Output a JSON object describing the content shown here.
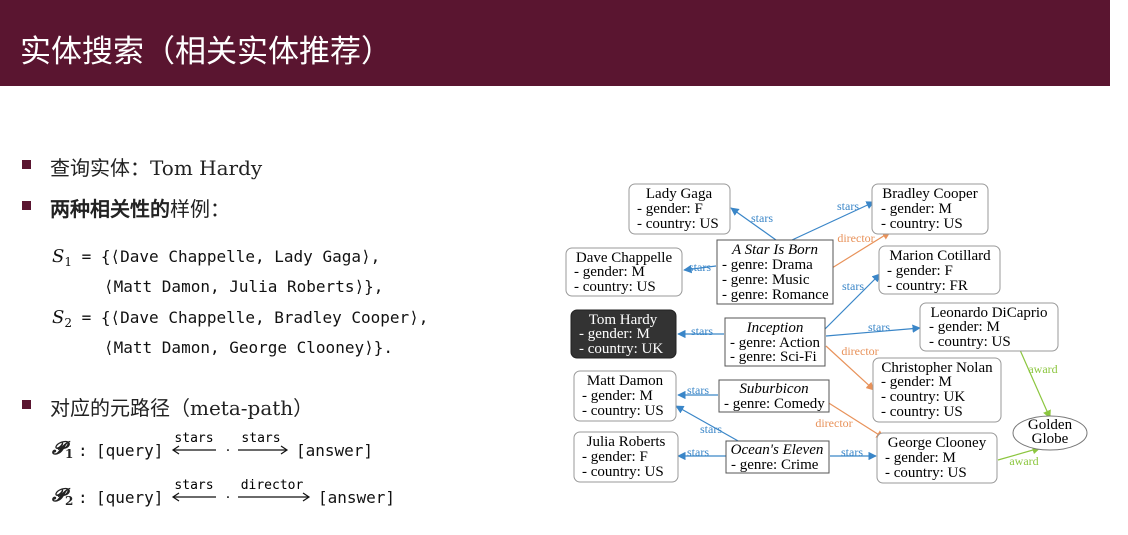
{
  "title": "实体搜索（相关实体推荐）",
  "bullets": {
    "query_prefix": "查询实体：",
    "query_entity": "Tom Hardy",
    "examples_bold": "两种相关性的",
    "examples_rest": "样例：",
    "metapath_prefix": "对应的元路径（",
    "metapath_term": "meta-path",
    "metapath_suffix": "）"
  },
  "sets": {
    "s1_symbol": "S",
    "s1_sub": "1",
    "s1_line1": " = {⟨Dave Chappelle, Lady Gaga⟩,",
    "s1_line2": "⟨Matt Damon, Julia Roberts⟩},",
    "s2_symbol": "S",
    "s2_sub": "2",
    "s2_line1": " = {⟨Dave Chappelle, Bradley Cooper⟩,",
    "s2_line2": "⟨Matt Damon, George Clooney⟩}."
  },
  "paths": {
    "p1_symbol": "𝓟",
    "p1_sub": "1",
    "p2_symbol": "𝓟",
    "p2_sub": "2",
    "colon": " : ",
    "query": "[query]",
    "answer": "[answer]",
    "dot": "·",
    "p1_rel1": "stars",
    "p1_rel2": "stars",
    "p2_rel1": "stars",
    "p2_rel2": "director"
  },
  "graph": {
    "colors": {
      "stars": "#3a86c8",
      "director": "#e8925a",
      "award": "#8cc63f"
    },
    "nodes": {
      "lady_gaga": [
        "Lady Gaga",
        "- gender: F",
        "- country: US"
      ],
      "bradley_cooper": [
        "Bradley Cooper",
        "- gender: M",
        "- country: US"
      ],
      "dave_chappelle": [
        "Dave Chappelle",
        "- gender: M",
        "- country: US"
      ],
      "a_star_is_born": [
        "A Star Is Born",
        "- genre: Drama",
        "- genre: Music",
        "- genre: Romance"
      ],
      "marion_cotillard": [
        "Marion Cotillard",
        "- gender: F",
        "- country: FR"
      ],
      "tom_hardy": [
        "Tom Hardy",
        "- gender: M",
        "- country: UK"
      ],
      "inception": [
        "Inception",
        "- genre: Action",
        "- genre: Sci-Fi"
      ],
      "leonardo_dicaprio": [
        "Leonardo DiCaprio",
        "- gender: M",
        "- country: US"
      ],
      "christopher_nolan": [
        "Christopher Nolan",
        "- gender: M",
        "- country: UK",
        "- country: US"
      ],
      "matt_damon": [
        "Matt Damon",
        "- gender: M",
        "- country: US"
      ],
      "suburbicon": [
        "Suburbicon",
        "- genre: Comedy"
      ],
      "golden_globe": [
        "Golden",
        "Globe"
      ],
      "julia_roberts": [
        "Julia Roberts",
        "- gender: F",
        "- country: US"
      ],
      "oceans_eleven": [
        "Ocean's Eleven",
        "- genre: Crime"
      ],
      "george_clooney": [
        "George Clooney",
        "- gender: M",
        "- country: US"
      ]
    },
    "edge_labels": {
      "stars": "stars",
      "director": "director",
      "award": "award"
    }
  }
}
